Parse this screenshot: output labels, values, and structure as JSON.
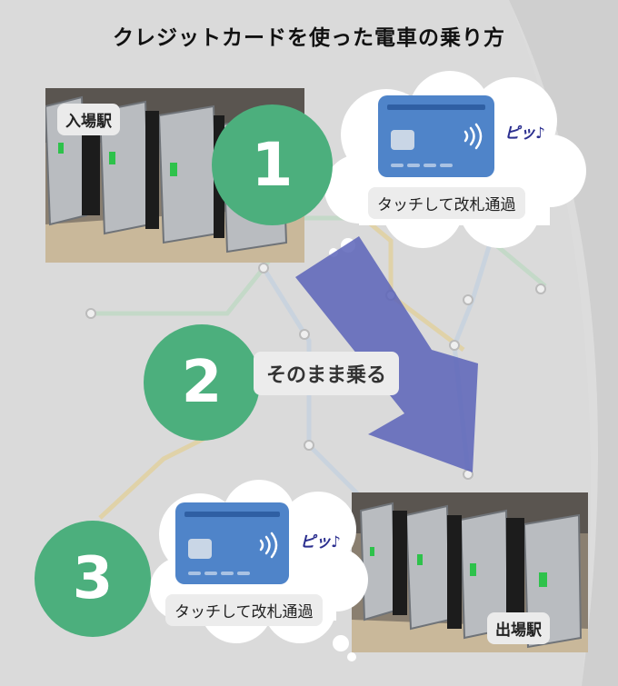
{
  "title": "クレジットカードを使った電車の乗り方",
  "entry_station": "入場駅",
  "exit_station": "出場駅",
  "steps": [
    {
      "number": "1"
    },
    {
      "number": "2",
      "text": "そのまま乗る"
    },
    {
      "number": "3"
    }
  ],
  "touch_text": "タッチして改札通過",
  "sound": "ピッ♪",
  "colors": {
    "step_green": "#4caf7d",
    "card_blue": "#4f84c9",
    "arrow_blue": "#5b63b8"
  }
}
